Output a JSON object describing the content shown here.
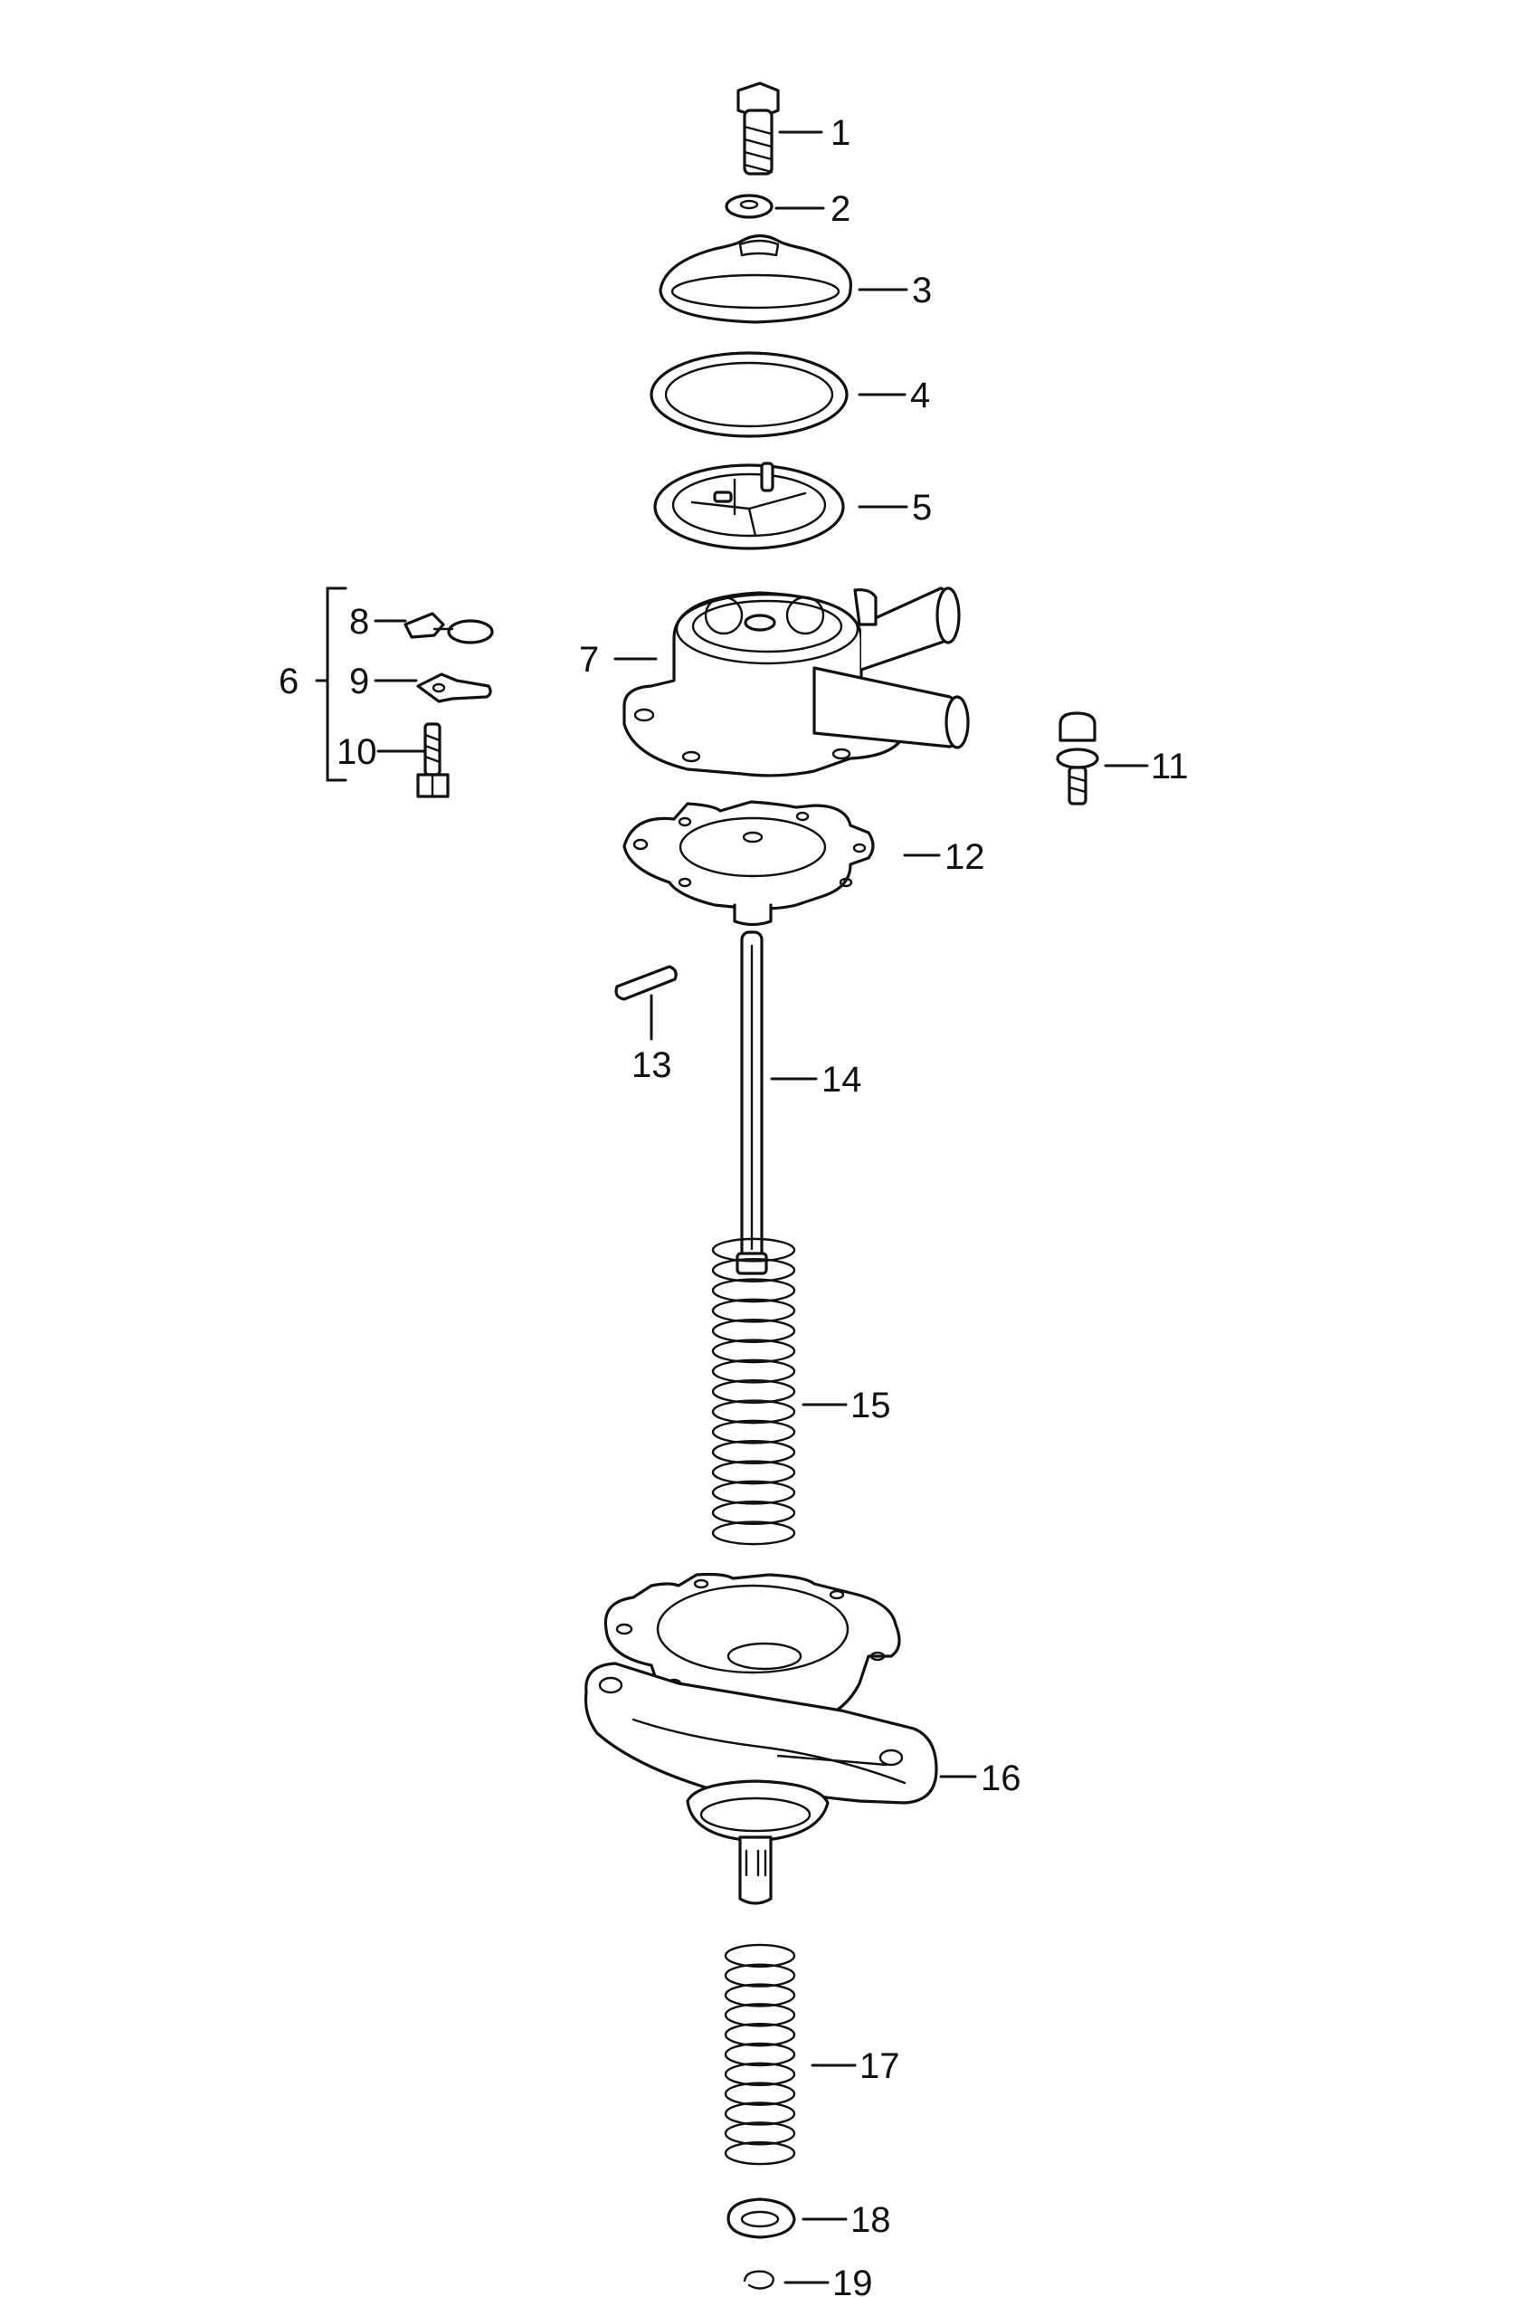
{
  "diagram": {
    "colors": {
      "line": "#111111",
      "background": "#ffffff"
    },
    "callouts": [
      "1",
      "2",
      "3",
      "4",
      "5",
      "6",
      "7",
      "8",
      "9",
      "10",
      "11",
      "12",
      "13",
      "14",
      "15",
      "16",
      "17",
      "18",
      "19"
    ]
  }
}
